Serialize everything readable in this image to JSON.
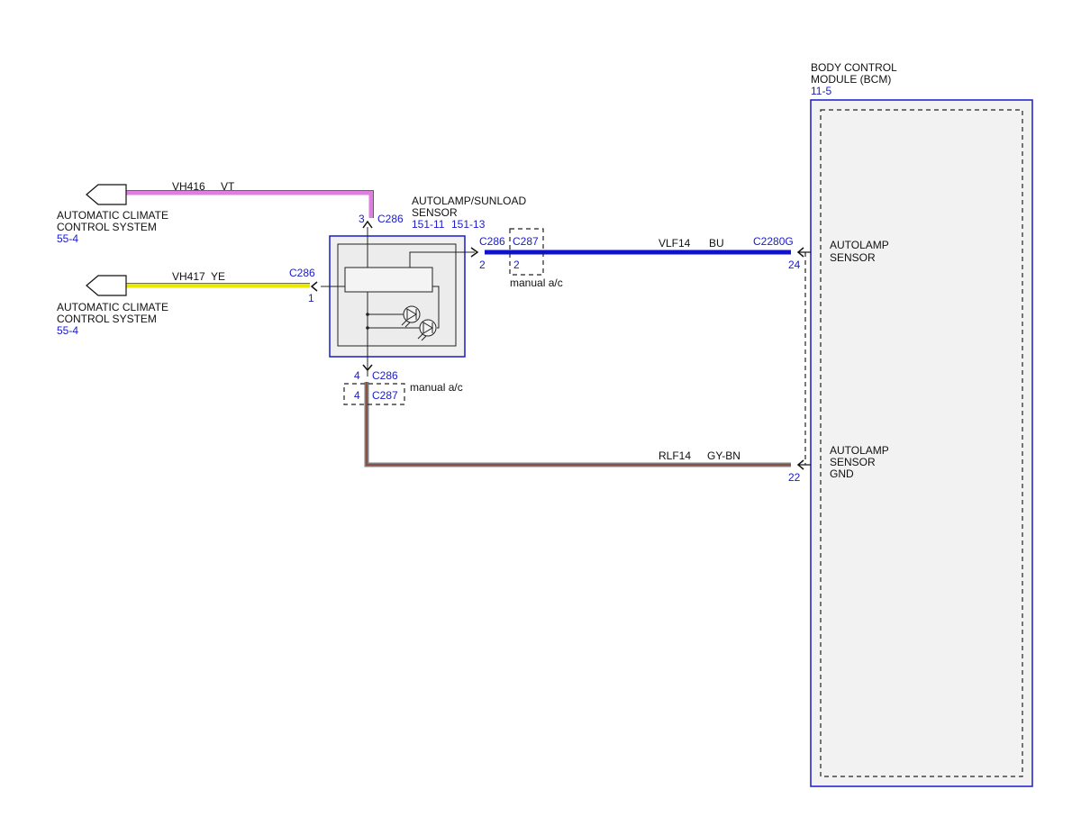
{
  "colors": {
    "wire_vt": "#e07de0",
    "wire_ye": "#e8e800",
    "wire_bu": "#1010d0",
    "wire_gy": "#808080",
    "wire_bn": "#8b4a3a",
    "ref_blue": "#1a1acc",
    "module_fill": "#f2f2f2",
    "module_border": "#1a1acc"
  },
  "climate_top": {
    "line1": "AUTOMATIC CLIMATE",
    "line2": "CONTROL SYSTEM",
    "ref": "55-4"
  },
  "climate_bottom": {
    "line1": "AUTOMATIC CLIMATE",
    "line2": "CONTROL SYSTEM",
    "ref": "55-4"
  },
  "wire_vh416": {
    "circuit": "VH416",
    "color": "VT"
  },
  "wire_vh417": {
    "circuit": "VH417",
    "color": "YE"
  },
  "wire_vlf14": {
    "circuit": "VLF14",
    "color": "BU"
  },
  "wire_rlf14": {
    "circuit": "RLF14",
    "color": "GY-BN"
  },
  "sensor": {
    "line1": "AUTOLAMP/SUNLOAD",
    "line2": "SENSOR",
    "ref1": "151-11",
    "ref2": "151-13"
  },
  "connectors": {
    "c286_pin3": {
      "pin": "3",
      "name": "C286"
    },
    "c286_pin1": {
      "pin": "1",
      "name": "C286"
    },
    "c286_pin2": {
      "pin": "2",
      "name": "C286"
    },
    "c287_pin2": {
      "pin": "2",
      "name": "C287"
    },
    "c286_pin4": {
      "pin": "4",
      "name": "C286"
    },
    "c287_pin4": {
      "pin": "4",
      "name": "C287"
    },
    "c2280g_pin24": {
      "pin": "24",
      "name": "C2280G"
    },
    "c2280g_pin22": {
      "pin": "22"
    }
  },
  "option_notes": {
    "top": "manual a/c",
    "bottom": "manual a/c"
  },
  "bcm": {
    "line1": "BODY CONTROL",
    "line2": "MODULE (BCM)",
    "ref": "11-5",
    "autolamp_sensor": {
      "line1": "AUTOLAMP",
      "line2": "SENSOR"
    },
    "autolamp_gnd": {
      "line1": "AUTOLAMP",
      "line2": "SENSOR",
      "line3": "GND"
    }
  }
}
